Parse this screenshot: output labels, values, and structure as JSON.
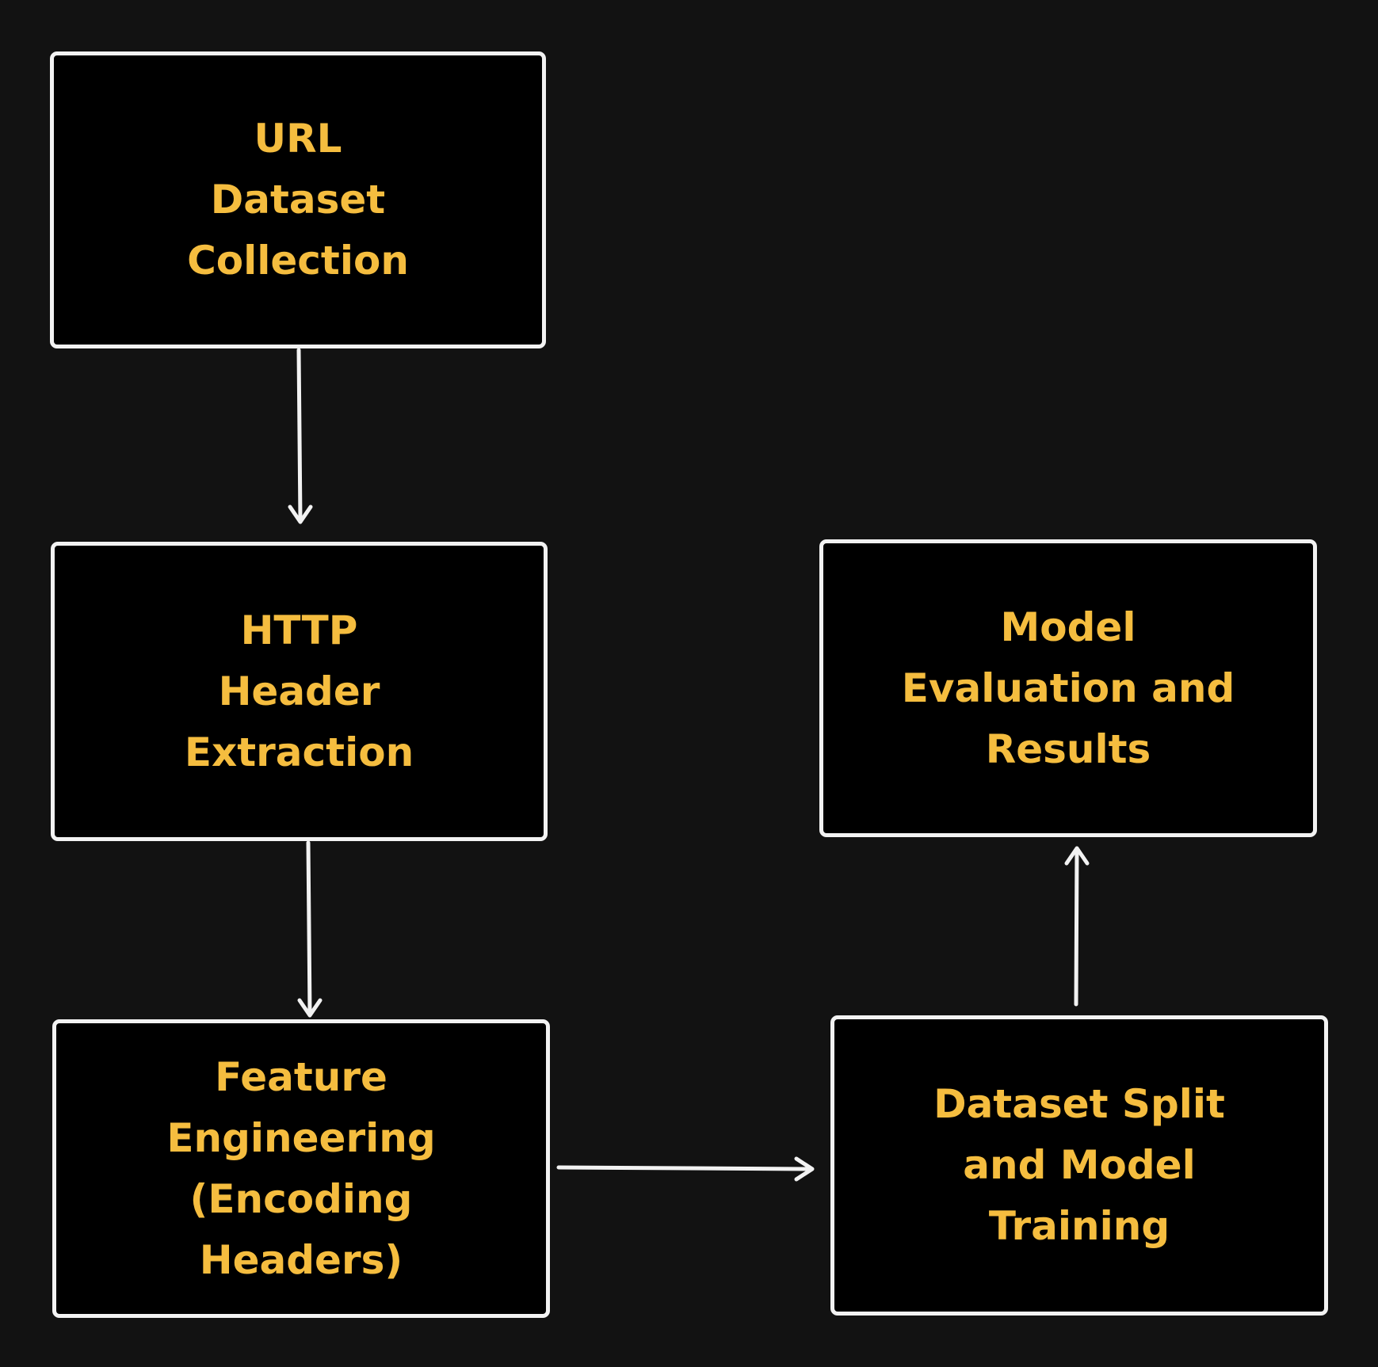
{
  "diagram": {
    "nodes": [
      {
        "id": "url-dataset-collection",
        "label": "URL\nDataset\nCollection"
      },
      {
        "id": "http-header-extraction",
        "label": "HTTP\nHeader\nExtraction"
      },
      {
        "id": "feature-engineering",
        "label": "Feature\nEngineering\n(Encoding\nHeaders)"
      },
      {
        "id": "dataset-split-training",
        "label": "Dataset Split\nand Model\nTraining"
      },
      {
        "id": "model-evaluation-results",
        "label": "Model\nEvaluation and\nResults"
      }
    ],
    "edges": [
      {
        "from": "url-dataset-collection",
        "to": "http-header-extraction"
      },
      {
        "from": "http-header-extraction",
        "to": "feature-engineering"
      },
      {
        "from": "feature-engineering",
        "to": "dataset-split-training"
      },
      {
        "from": "dataset-split-training",
        "to": "model-evaluation-results"
      }
    ],
    "colors": {
      "background": "#121212",
      "node_fill": "#000000",
      "node_border": "#f2f2f2",
      "label_text": "#f5bd3f",
      "arrow": "#f2f2f2"
    }
  }
}
